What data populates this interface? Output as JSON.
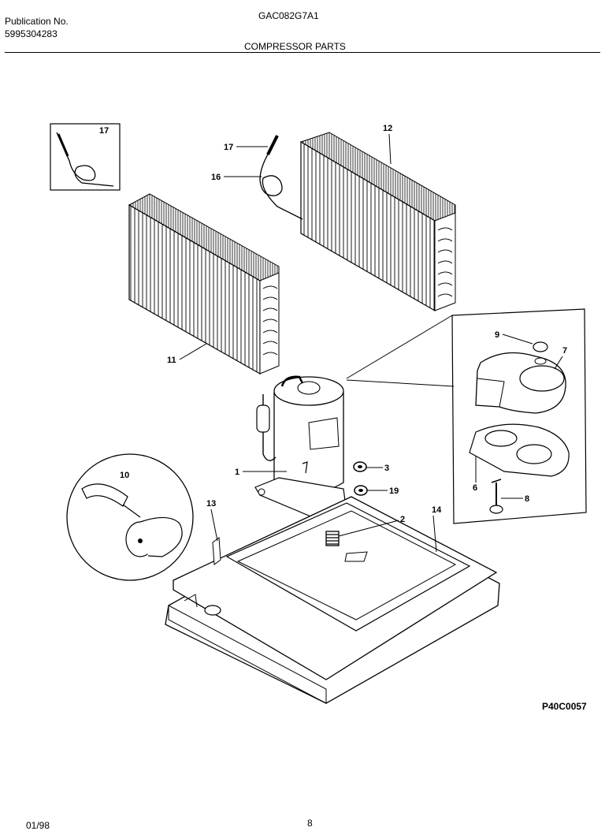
{
  "header": {
    "publication_label": "Publication No.",
    "publication_number": "5995304283",
    "model": "GAC082G7A1",
    "section_title": "COMPRESSOR PARTS"
  },
  "footer": {
    "date": "01/98",
    "page": "8",
    "drawing_code": "P40C0057"
  },
  "callouts": [
    "17",
    "17",
    "16",
    "12",
    "11",
    "9",
    "7",
    "6",
    "8",
    "10",
    "1",
    "3",
    "19",
    "13",
    "2",
    "14"
  ]
}
